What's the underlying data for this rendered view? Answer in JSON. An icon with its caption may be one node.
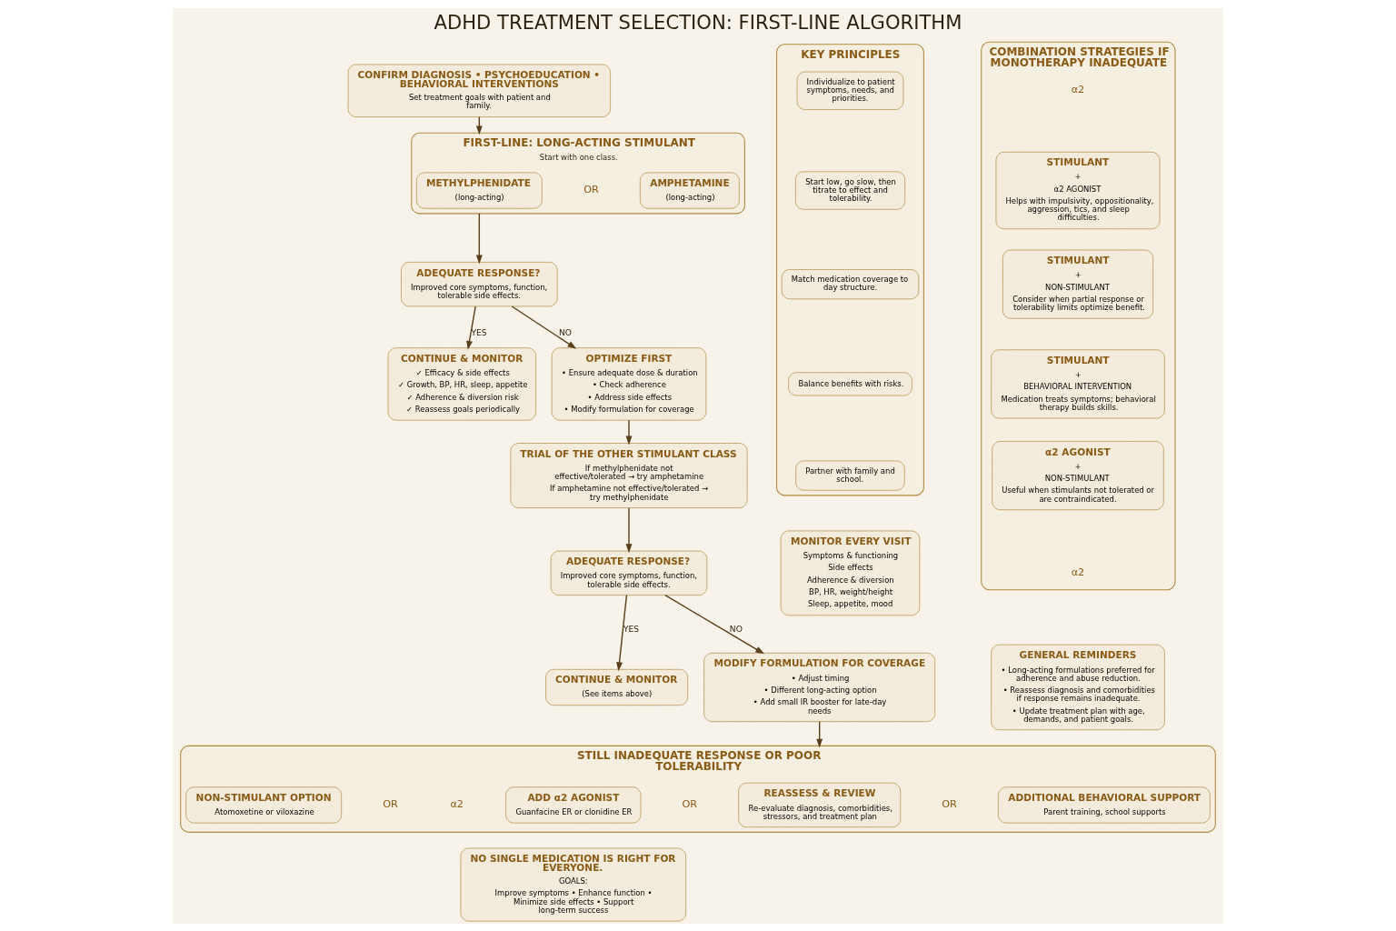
{
  "diagram": {
    "title": "ADHD TREATMENT SELECTION: FIRST-LINE ALGORITHM",
    "nodes": [
      {
        "text": [
          "CONFIRM DIAGNOSIS • PSYCHOEDUCATION • BEHAVIORAL INTERVENTIONS",
          "Set treatment goals with patient and family."
        ]
      },
      {
        "text": [
          "FIRST-LINE: LONG-ACTING STIMULANT",
          "Start with one class."
        ]
      },
      {
        "text": [
          "METHYLPHENIDATE",
          "(long-acting)"
        ],
        "in": 1
      },
      {
        "text": [
          "AMPHETAMINE",
          "(long-acting)"
        ],
        "in": 1
      },
      {
        "text": [
          "ADEQUATE RESPONSE?",
          "Improved core symptoms, function, tolerable side effects."
        ]
      },
      {
        "text": [
          "CONTINUE & MONITOR",
          "✓ Efficacy & side effects",
          "✓ Growth, BP, HR, sleep, appetite",
          "✓ Adherence & diversion risk",
          "✓ Reassess goals periodically"
        ]
      },
      {
        "text": [
          "OPTIMIZE FIRST",
          "• Ensure adequate dose & duration",
          "• Check adherence",
          "• Address side effects",
          "• Modify formulation for coverage"
        ]
      },
      {
        "text": [
          "TRIAL OF THE OTHER STIMULANT CLASS",
          "If methylphenidate not effective/tolerated → try amphetamine",
          "If amphetamine not effective/tolerated → try methylphenidate"
        ]
      },
      {
        "text": [
          "ADEQUATE RESPONSE?",
          "Improved core symptoms, function, tolerable side effects."
        ]
      },
      {
        "text": [
          "CONTINUE & MONITOR",
          "(See items above)"
        ]
      },
      {
        "text": [
          "MODIFY FORMULATION FOR COVERAGE",
          "• Adjust timing",
          "• Different long-acting option",
          "• Add small IR booster for late-day needs"
        ]
      },
      {
        "text": [
          "STILL INADEQUATE RESPONSE OR POOR TOLERABILITY"
        ]
      },
      {
        "text": [
          "NON-STIMULANT OPTION",
          "Atomoxetine or viloxazine"
        ],
        "in": 11
      },
      {
        "text": [
          "ADD α2 AGONIST",
          "Guanfacine ER or clonidine ER"
        ],
        "in": 11
      },
      {
        "text": [
          "REASSESS & REVIEW",
          "Re-evaluate diagnosis, comorbidities, stressors, and treatment plan"
        ],
        "in": 11
      },
      {
        "text": [
          "ADDITIONAL BEHAVIORAL SUPPORT",
          "Parent training, school supports"
        ],
        "in": 11
      },
      {
        "text": [
          "KEY PRINCIPLES"
        ]
      },
      {
        "text": [
          "Individualize to patient symptoms, needs, and priorities."
        ],
        "in": 16
      },
      {
        "text": [
          "Start low, go slow, then titrate to effect and tolerability."
        ],
        "in": 16
      },
      {
        "text": [
          "Match medication coverage to day structure."
        ],
        "in": 16
      },
      {
        "text": [
          "Balance benefits with risks."
        ],
        "in": 16
      },
      {
        "text": [
          "Partner with family and school."
        ],
        "in": 16
      },
      {
        "text": [
          "MONITOR EVERY VISIT",
          "Symptoms & functioning",
          "Side effects",
          "Adherence & diversion",
          "BP, HR, weight/height",
          "Sleep, appetite, mood"
        ]
      },
      {
        "text": [
          "COMBINATION STRATEGIES IF MONOTHERAPY INADEQUATE"
        ]
      },
      {
        "text": [
          "STIMULANT",
          "+",
          "α2 AGONIST",
          "Helps with impulsivity, oppositionality, aggression, tics, and sleep difficulties."
        ],
        "in": 23
      },
      {
        "text": [
          "STIMULANT",
          "+",
          "NON-STIMULANT",
          "Consider when partial response or tolerability limits optimize benefit."
        ],
        "in": 23
      },
      {
        "text": [
          "STIMULANT",
          "+",
          "BEHAVIORAL INTERVENTION",
          "Medication treats symptoms; behavioral therapy builds skills."
        ],
        "in": 23
      },
      {
        "text": [
          "α2 AGONIST",
          "+",
          "NON-STIMULANT",
          "Useful when stimulants not tolerated or are contraindicated."
        ],
        "in": 23
      },
      {
        "text": [
          "GENERAL REMINDERS",
          "• Long-acting formulations preferred for adherence and abuse reduction.",
          "• Reassess diagnosis and comorbidities if response remains inadequate.",
          "• Update treatment plan with age, demands, and patient goals."
        ]
      },
      {
        "text": [
          "NO SINGLE MEDICATION IS RIGHT FOR EVERYONE.",
          "GOALS:",
          "Improve symptoms • Enhance function • Minimize side effects • Support long-term success"
        ]
      }
    ],
    "edges": [
      {
        "from": 0,
        "to": 1,
        "arrow": "to"
      },
      {
        "from": 1,
        "to": 4,
        "arrow": "to"
      },
      {
        "from": 4,
        "to": 5,
        "arrow": "to",
        "label": "YES"
      },
      {
        "from": 4,
        "to": 6,
        "arrow": "to",
        "label": "NO"
      },
      {
        "from": 6,
        "to": 7,
        "arrow": "to"
      },
      {
        "from": 7,
        "to": 8,
        "arrow": "to"
      },
      {
        "from": 8,
        "to": 9,
        "arrow": "to",
        "label": "YES"
      },
      {
        "from": 8,
        "to": 10,
        "arrow": "to",
        "label": "NO"
      },
      {
        "from": 10,
        "to": 11,
        "arrow": "to"
      }
    ],
    "labels": [
      "OR",
      "α2",
      "α2",
      "OR",
      "α2",
      "OR",
      "OR"
    ]
  }
}
